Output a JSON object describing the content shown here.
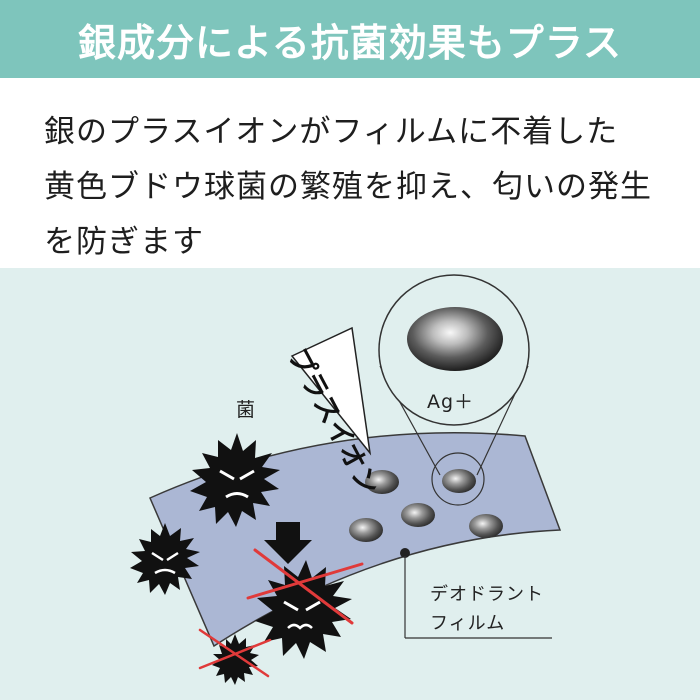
{
  "header": {
    "title": "銀成分による抗菌効果もプラス"
  },
  "description": {
    "line1": "銀のプラスイオンがフィルムに不着した",
    "line2": "黄色ブドウ球菌の繁殖を抑え、匂いの発生",
    "line3": "を防ぎます"
  },
  "illustration": {
    "bacteria_label": "菌",
    "silver_ion_label": "Ag＋",
    "plus_ion_banner": "プラスイオン",
    "film_label_line1": "デオドラント",
    "film_label_line2": "フィルム"
  },
  "colors": {
    "header_bg": "#7ec5bc",
    "illustration_bg": "#e0efee",
    "film": "#abb7d4",
    "cross": "#e03a3a"
  }
}
